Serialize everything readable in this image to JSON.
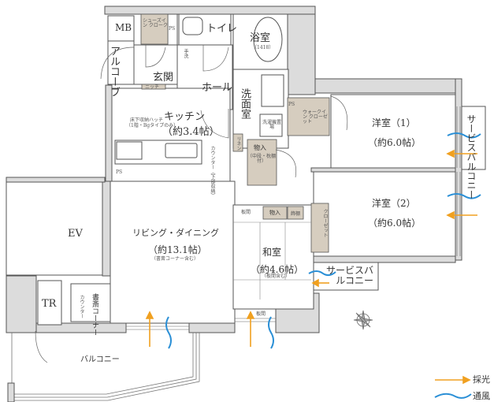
{
  "rooms": {
    "mb": "MB",
    "shoe_closet": "シューズイン クローク",
    "ps": "PS",
    "toilet": "トイレ",
    "bath": "浴室",
    "bath_size": "（1418）",
    "alcove": "アルコーブ",
    "hand_wash": "手洗",
    "entrance": "玄関",
    "niche": "ニッチ",
    "hall": "ホール",
    "washroom": "洗面室",
    "washer": "洗濯機置場",
    "linen": "リネン",
    "kitchen": "キッチン",
    "kitchen_size": "（約3.4帖）",
    "floor_storage": "床下収納ハッチ",
    "floor_storage_note": "（1階・Bgタイプのみ）",
    "counter_note": "カウンター（下部収納）",
    "storage_center": "物入",
    "storage_center_note": "（中段・枕棚付）",
    "walk_in_closet": "ウォークイン クローゼット",
    "western1": "洋室（1）",
    "western1_size": "（約6.0帖）",
    "western2": "洋室（2）",
    "western2_size": "（約6.0帖）",
    "service_balcony_right": "サービスバルコニー",
    "ev": "EV",
    "ld": "リビング・ダイニング",
    "ld_size": "（約13.1帖）",
    "ld_note": "（書斎コーナー含む）",
    "itama1": "板間",
    "storage_jp": "物入",
    "shelf": "飾棚",
    "closet": "クローゼット",
    "japanese": "和室",
    "japanese_size": "（約4.6帖）",
    "japanese_note": "（板間含む）",
    "service_balcony_bottom": "サービスバルコニー",
    "itama2": "板間",
    "tr": "TR",
    "counter": "カウンター",
    "study": "書斎コーナー",
    "balcony": "バルコニー"
  },
  "legend": {
    "light": "採光",
    "wind": "通風"
  },
  "colors": {
    "wall": "#d9d9d9",
    "storage": "#d6cdbf",
    "light_arrow": "#f0a020",
    "wind": "#2a8fd6"
  }
}
